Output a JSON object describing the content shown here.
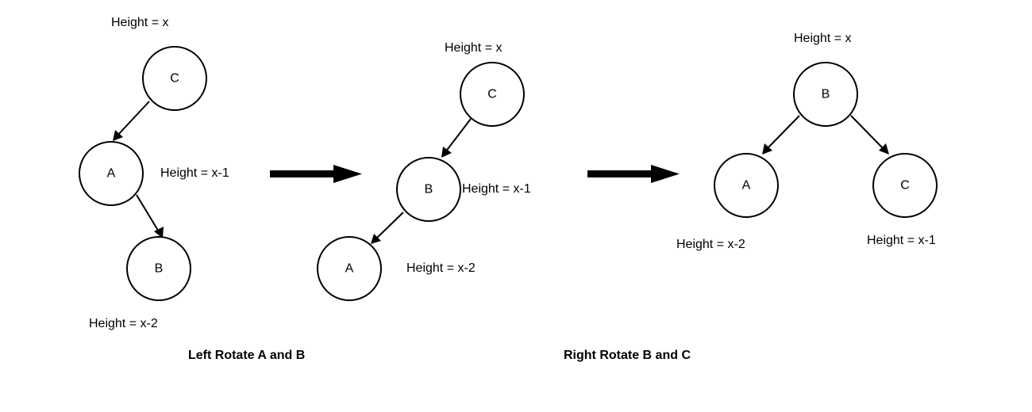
{
  "diagram1": {
    "nodes": {
      "c": "C",
      "a": "A",
      "b": "B"
    },
    "heights": {
      "c": "Height = x",
      "a": "Height = x-1",
      "b": "Height = x-2"
    }
  },
  "diagram2": {
    "nodes": {
      "c": "C",
      "b": "B",
      "a": "A"
    },
    "heights": {
      "c": "Height = x",
      "b": "Height = x-1",
      "a": "Height = x-2"
    }
  },
  "diagram3": {
    "nodes": {
      "b": "B",
      "a": "A",
      "c": "C"
    },
    "heights": {
      "b": "Height = x",
      "a": "Height = x-2",
      "c": "Height = x-1"
    }
  },
  "captions": {
    "left_rotate": "Left Rotate A and B",
    "right_rotate": "Right Rotate B and C"
  },
  "colors": {
    "stroke": "#000000",
    "background": "#ffffff"
  }
}
